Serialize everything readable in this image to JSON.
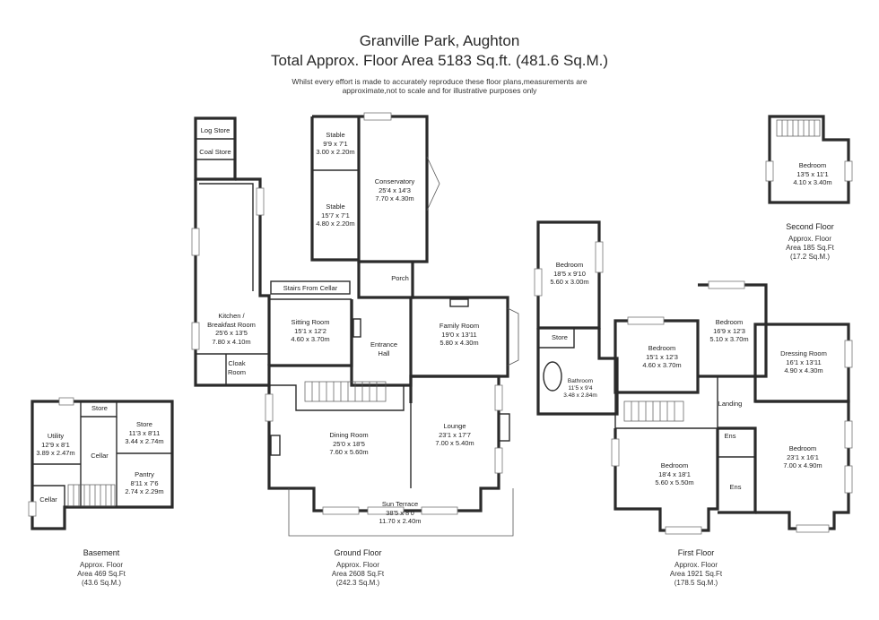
{
  "header": {
    "title": "Granville Park, Aughton",
    "subtitle": "Total Approx. Floor Area 5183 Sq.ft. (481.6 Sq.M.)",
    "disclaimer_line1": "Whilst every effort is made to accurately reproduce these floor plans,measurements are",
    "disclaimer_line2": "approximate,not to scale and for illustrative purposes only"
  },
  "floors": {
    "basement": {
      "name": "Basement",
      "line1": "Approx. Floor",
      "line2": "Area 469 Sq.Ft",
      "line3": "(43.6 Sq.M.)"
    },
    "ground": {
      "name": "Ground Floor",
      "line1": "Approx. Floor",
      "line2": "Area 2608 Sq.Ft",
      "line3": "(242.3 Sq.M.)"
    },
    "first": {
      "name": "First Floor",
      "line1": "Approx. Floor",
      "line2": "Area 1921 Sq.Ft",
      "line3": "(178.5 Sq.M.)"
    },
    "second": {
      "name": "Second Floor",
      "line1": "Approx. Floor",
      "line2": "Area 185 Sq.Ft",
      "line3": "(17.2 Sq.M.)"
    }
  },
  "rooms": {
    "utility": {
      "name": "Utility",
      "imp": "12'9 x 8'1",
      "met": "3.89 x 2.47m"
    },
    "b_store": {
      "name": "Store"
    },
    "store_b2": {
      "name": "Store",
      "imp": "11'3 x 8'11",
      "met": "3.44 x 2.74m"
    },
    "b_cellar1": {
      "name": "Cellar"
    },
    "pantry": {
      "name": "Pantry",
      "imp": "8'11 x 7'6",
      "met": "2.74 x 2.29m"
    },
    "b_cellar2": {
      "name": "Cellar"
    },
    "log_store": {
      "name": "Log Store"
    },
    "coal_store": {
      "name": "Coal Store"
    },
    "stable1": {
      "name": "Stable",
      "imp": "9'9 x 7'1",
      "met": "3.00 x 2.20m"
    },
    "stable2": {
      "name": "Stable",
      "imp": "15'7 x 7'1",
      "met": "4.80 x 2.20m"
    },
    "conservatory": {
      "name": "Conservatory",
      "imp": "25'4 x 14'3",
      "met": "7.70 x 4.30m"
    },
    "porch": {
      "name": "Porch"
    },
    "stairs_cellar": {
      "name": "Stairs From Cellar"
    },
    "kitchen": {
      "name": "Kitchen /",
      "name2": "Breakfast Room",
      "imp": "25'6 x 13'5",
      "met": "7.80 x 4.10m"
    },
    "sitting": {
      "name": "Sitting Room",
      "imp": "15'1 x 12'2",
      "met": "4.60 x 3.70m"
    },
    "entrance": {
      "name": "Entrance",
      "name2": "Hall"
    },
    "family": {
      "name": "Family Room",
      "imp": "19'0 x 13'11",
      "met": "5.80 x 4.30m"
    },
    "cloak": {
      "name": "Cloak",
      "name2": "Room"
    },
    "dining": {
      "name": "Dining Room",
      "imp": "25'0 x 18'5",
      "met": "7.60 x 5.60m"
    },
    "lounge": {
      "name": "Lounge",
      "imp": "23'1 x 17'7",
      "met": "7.00 x 5.40m"
    },
    "sun_terrace": {
      "name": "Sun Terrace",
      "imp": "38'5 x 8'0",
      "met": "11.70 x 2.40m"
    },
    "f_bed1": {
      "name": "Bedroom",
      "imp": "18'5 x 9'10",
      "met": "5.60 x 3.00m"
    },
    "f_store": {
      "name": "Store"
    },
    "bathroom": {
      "name": "Bathroom",
      "imp": "11'5 x 9'4",
      "met": "3.48 x 2.84m"
    },
    "f_bed2": {
      "name": "Bedroom",
      "imp": "15'1 x 12'3",
      "met": "4.60 x 3.70m"
    },
    "f_bed3": {
      "name": "Bedroom",
      "imp": "16'9 x 12'3",
      "met": "5.10 x 3.70m"
    },
    "dressing": {
      "name": "Dressing Room",
      "imp": "16'1 x 13'11",
      "met": "4.90 x 4.30m"
    },
    "landing": {
      "name": "Landing"
    },
    "ens1": {
      "name": "Ens"
    },
    "ens2": {
      "name": "Ens"
    },
    "f_bed4": {
      "name": "Bedroom",
      "imp": "18'4 x 18'1",
      "met": "5.60 x 5.50m"
    },
    "f_bed5": {
      "name": "Bedroom",
      "imp": "23'1 x 16'1",
      "met": "7.00 x 4.90m"
    },
    "s_bed": {
      "name": "Bedroom",
      "imp": "13'5 x 11'1",
      "met": "4.10 x 3.40m"
    }
  }
}
